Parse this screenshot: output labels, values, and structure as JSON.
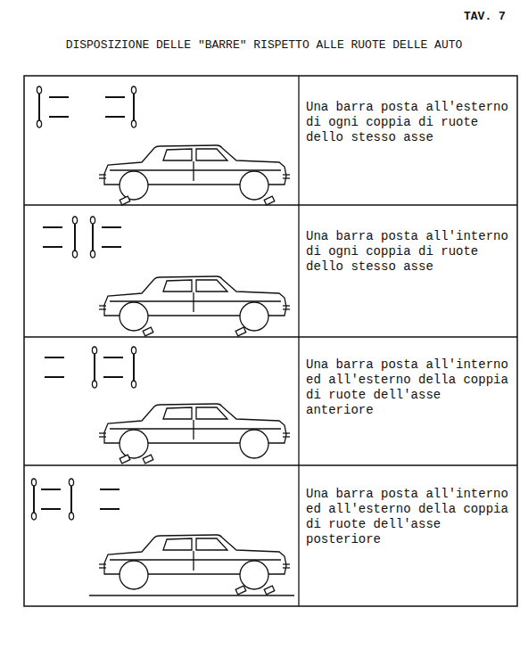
{
  "diagram": {
    "title": "DISPOSIZIONE DELLE \"BARRE\" RISPETTO ALLE RUOTE DELLE AUTO",
    "labels": [
      "TAV. 7",
      "Una barra posta all'esterno di ogni coppia di ruote dello stesso asse",
      "Una barra posta all'interno di ogni coppia di ruote dello stesso asse",
      "Una barra posta all'interno ed all'esterno della coppia di ruote dell'asse anteriore",
      "Una barra posta all'interno ed all'esterno della coppia di ruote dell'asse posteriore"
    ]
  }
}
